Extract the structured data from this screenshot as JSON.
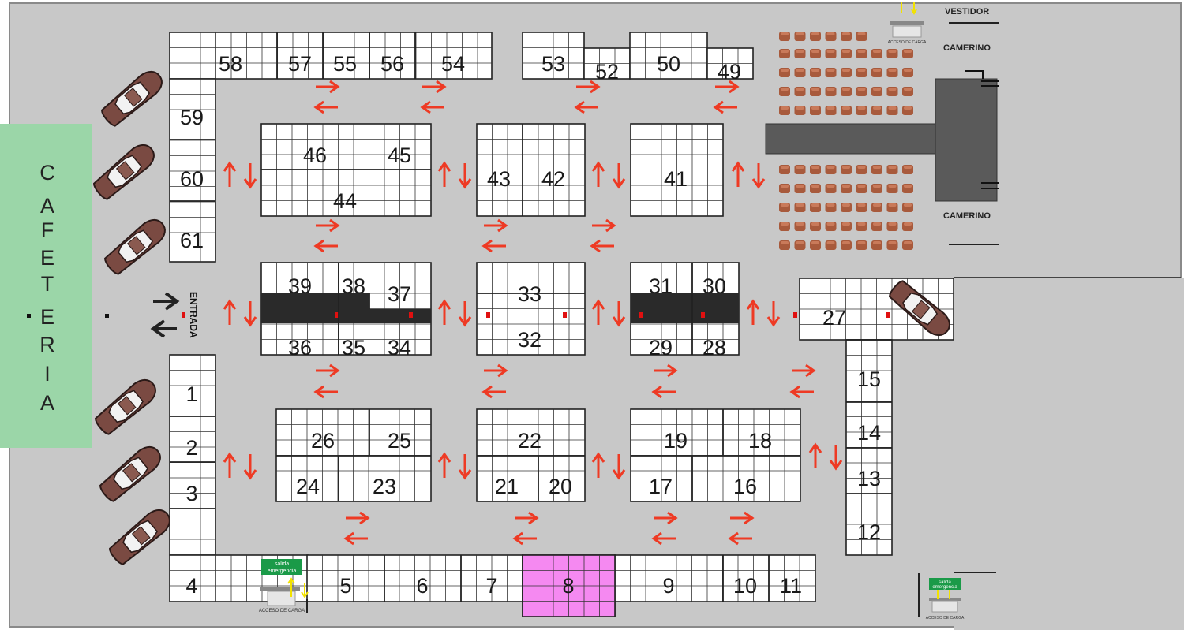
{
  "cafeteria": {
    "label": "CAFETERIA",
    "letters": [
      "C",
      "A",
      "F",
      "E",
      "T",
      "E",
      "R",
      "I",
      "A"
    ]
  },
  "entrance": {
    "label": "ENTRADA"
  },
  "rooms": {
    "vestidor": "VESTIDOR",
    "camerino_top": "CAMERINO",
    "camerino_bottom": "CAMERINO"
  },
  "loading": {
    "label": "ACCESO DE CARGA"
  },
  "emergency_exit": {
    "label_line1": "salida",
    "label_line2": "emergencia"
  },
  "highlighted_stand": "8",
  "colors": {
    "floor": "#c8c8c8",
    "cafeteria": "#9bd6a8",
    "highlight": "#f589f1",
    "arrow": "#ee3a24",
    "stage": "#5a5a5a",
    "seat": "#a85a3c",
    "car": "#7a4a42",
    "exit_sign": "#1a9a48",
    "loading_arrow": "#f2e200"
  },
  "stands": [
    "1",
    "2",
    "3",
    "4",
    "5",
    "6",
    "7",
    "8",
    "9",
    "10",
    "11",
    "12",
    "13",
    "14",
    "15",
    "16",
    "17",
    "18",
    "19",
    "20",
    "21",
    "22",
    "23",
    "24",
    "25",
    "26",
    "27",
    "28",
    "29",
    "30",
    "31",
    "32",
    "33",
    "34",
    "35",
    "36",
    "37",
    "38",
    "39",
    "41",
    "42",
    "43",
    "44",
    "45",
    "46",
    "49",
    "50",
    "52",
    "53",
    "54",
    "55",
    "56",
    "57",
    "58",
    "59",
    "60",
    "61"
  ]
}
